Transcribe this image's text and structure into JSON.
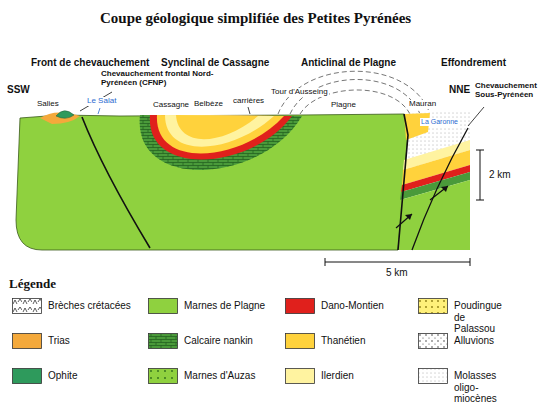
{
  "diagram": {
    "title": "Coupe géologique simplifiée des Petites Pyrénées",
    "labels": [
      "SSW",
      "Front de chevauchement",
      "Synclinal de Cassagne",
      "Anticlinal de Plagne",
      "Effondrement",
      "NNE",
      "Salies",
      "Le Salat",
      "Chevauchement frontal Nord-Pyrénéen (CFNP)",
      "Cassagne",
      "Belbèze",
      "carrières",
      "Tour d'Ausseing",
      "Plagne",
      "Mauran",
      "Chevauchement Sous-Pyrénéen",
      "La Garonne",
      "2 km",
      "5 km",
      "Légende"
    ],
    "legend": [
      {
        "text": "Brèches crétacées"
      },
      {
        "text": "Marnes de Plagne",
        "color": "#8fd13f"
      },
      {
        "text": "Dano-Montien",
        "color": "#e0201c"
      },
      {
        "text": "Poudingue de Palassou",
        "color": "#fff07a"
      },
      {
        "text": "Trias",
        "color": "#f4a93b"
      },
      {
        "text": "Calcaire nankin",
        "color": "#4a9a3a"
      },
      {
        "text": "Thanétien",
        "color": "#ffd23c"
      },
      {
        "text": "Alluvions"
      },
      {
        "text": "Ophite",
        "color": "#2e9a5c"
      },
      {
        "text": "Marnes d'Auzas",
        "color": "#8fd13f"
      },
      {
        "text": "Ilerdien",
        "color": "#fff3a0"
      },
      {
        "text": "Molasses oligo-miocènes"
      }
    ]
  }
}
